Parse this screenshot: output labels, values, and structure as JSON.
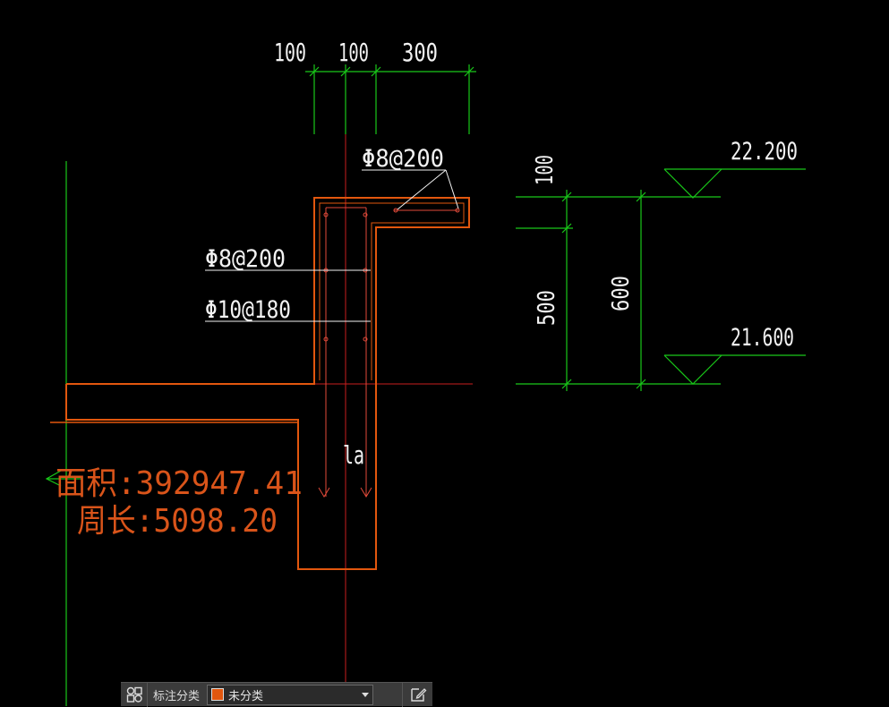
{
  "colors": {
    "background": "#000000",
    "outline": "#e2570e",
    "dimension": "#19c819",
    "text": "#f2f2f2",
    "rebar": "#e24a3a",
    "axis": "#c81e1e",
    "measure_text": "#d9541a"
  },
  "drawing": {
    "top_dims": [
      "100",
      "100",
      "300"
    ],
    "rebar_top_label": "Φ8@200",
    "rebar_mid_label": "Φ8@200",
    "rebar_low_label": "Φ10@180",
    "anchor_label": "la",
    "side_dims": [
      "100",
      "500",
      "600"
    ],
    "elevation_top": "22.200",
    "elevation_bottom": "21.600"
  },
  "measure": {
    "area_label": "面积:392947.41",
    "perimeter_label": "周长:5098.20"
  },
  "toolbar": {
    "layout_icon": "grid-icon",
    "label": "标注分类",
    "selected_value": "未分类",
    "swatch_color": "#e2570e",
    "edit_icon": "edit-icon"
  }
}
